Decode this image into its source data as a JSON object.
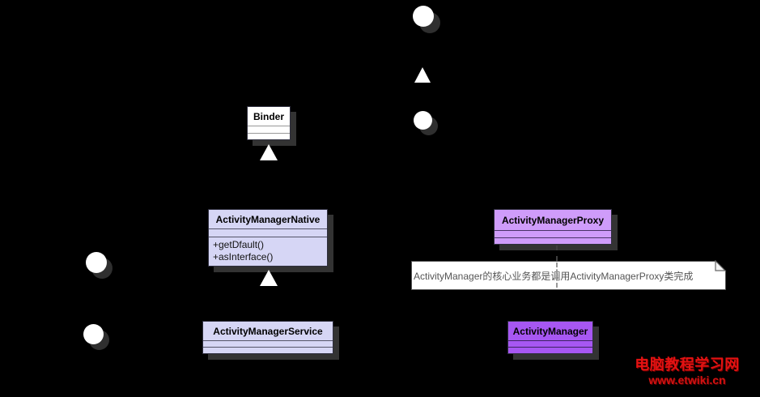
{
  "diagram": {
    "background_color": "#000000",
    "shadow_color": "#333333",
    "classes": {
      "binder": {
        "name": "Binder",
        "fill": "#ffffff"
      },
      "native": {
        "name": "ActivityManagerNative",
        "fill": "#d6d6f5",
        "methods": [
          "+getDfault()",
          "+asInterface()"
        ]
      },
      "proxy": {
        "name": "ActivityManagerProxy",
        "fill": "#cf9cfa"
      },
      "service": {
        "name": "ActivityManagerService",
        "fill": "#d6d6f5"
      },
      "manager": {
        "name": "ActivityManager",
        "fill": "#a757f2"
      }
    },
    "note": {
      "text": "ActivityManager的核心业务都是调用ActivityManagerProxy类完成",
      "fill": "#ffffff",
      "text_color": "#555555"
    },
    "icons": {
      "interface_circles": [
        "interface-lollipop-top",
        "interface-lollipop-mid",
        "interface-lollipop-left-a",
        "interface-lollipop-left-b"
      ],
      "inheritance_arrows": [
        "arrow-under-top-circle",
        "arrow-under-binder",
        "arrow-under-native"
      ]
    }
  },
  "watermark": {
    "site_name": "电脑教程学习网",
    "url": "www.etwiki.cn",
    "color": "#e31212"
  }
}
